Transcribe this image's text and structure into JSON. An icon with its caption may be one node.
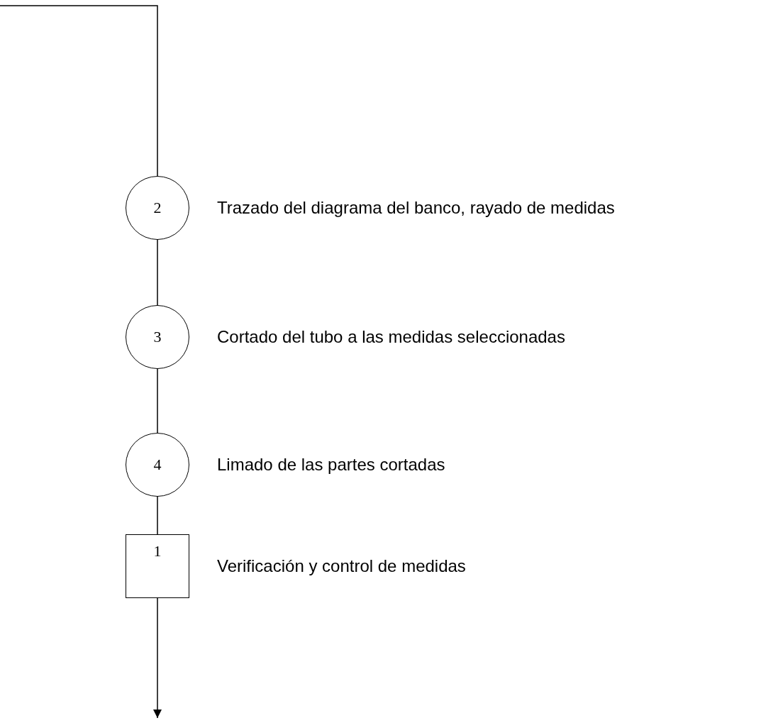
{
  "diagram": {
    "nodes": [
      {
        "text": [
          "2"
        ],
        "beside": [
          "Trazado del diagrama del banco, rayado de medidas"
        ]
      },
      {
        "text": [
          "3"
        ],
        "beside": [
          "Cortado del tubo a las medidas seleccionadas"
        ]
      },
      {
        "text": [
          "4"
        ],
        "beside": [
          "Limado de las partes cortadas"
        ]
      },
      {
        "text": [
          "1"
        ],
        "beside": [
          "Verificación y control de medidas"
        ]
      }
    ],
    "edges": [
      {
        "from": null,
        "to": 0,
        "arrow": "none"
      },
      {
        "from": 0,
        "to": 1,
        "arrow": "none"
      },
      {
        "from": 1,
        "to": 2,
        "arrow": "none"
      },
      {
        "from": 2,
        "to": 3,
        "arrow": "none"
      },
      {
        "from": 3,
        "to": null,
        "arrow": "to"
      }
    ]
  }
}
